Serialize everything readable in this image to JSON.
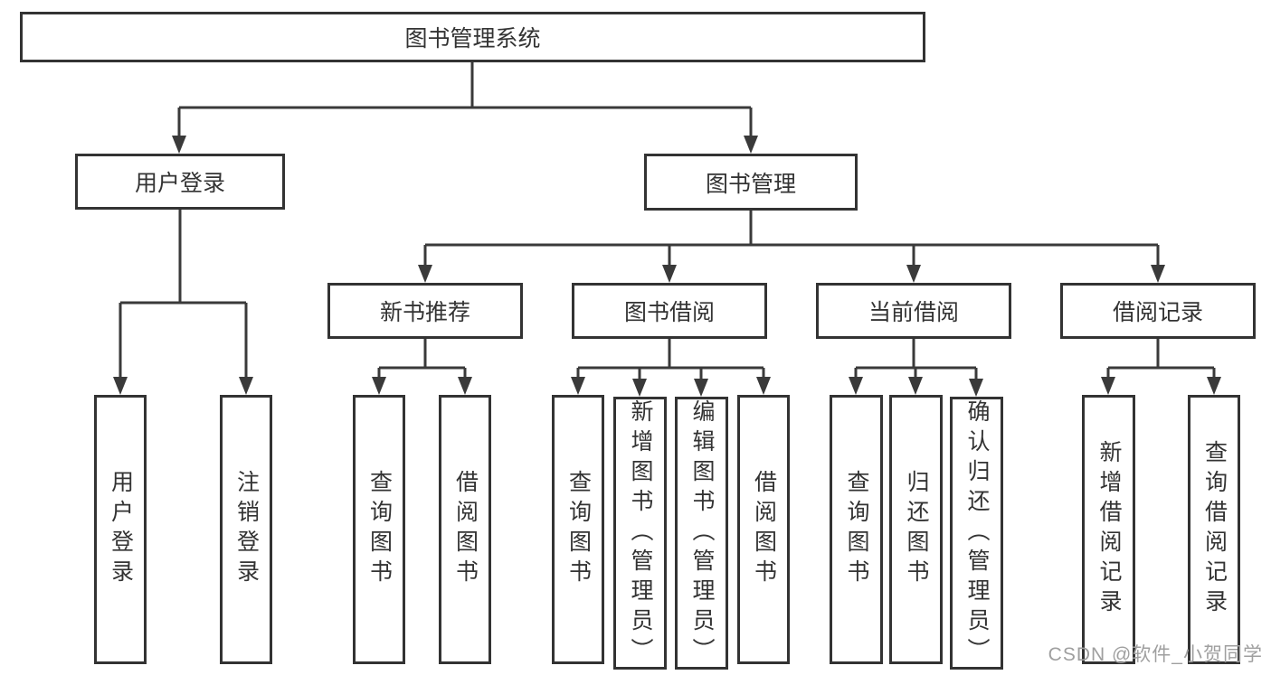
{
  "colors": {
    "line": "#3a3a3a",
    "box_border": "#333333",
    "text": "#333333",
    "watermark": "#9f9f9f",
    "background": "#ffffff"
  },
  "watermark": {
    "text": "CSDN @软件_小贺同学"
  },
  "tree": {
    "root": {
      "label": "图书管理系统"
    },
    "user_login": {
      "label": "用户登录",
      "children": [
        "用户登录",
        "注销登录"
      ]
    },
    "book_management": {
      "label": "图书管理"
    },
    "new_book_recommendation": {
      "label": "新书推荐",
      "children": [
        "查询图书",
        "借阅图书"
      ]
    },
    "book_borrowing": {
      "label": "图书借阅",
      "children": [
        "查询图书",
        "新增图书（管理员）",
        "编辑图书（管理员）",
        "借阅图书"
      ]
    },
    "current_borrowing": {
      "label": "当前借阅",
      "children": [
        "查询图书",
        "归还图书",
        "确认归还（管理员）"
      ]
    },
    "borrowing_records": {
      "label": "借阅记录",
      "children": [
        "新增借阅记录",
        "查询借阅记录"
      ]
    }
  }
}
